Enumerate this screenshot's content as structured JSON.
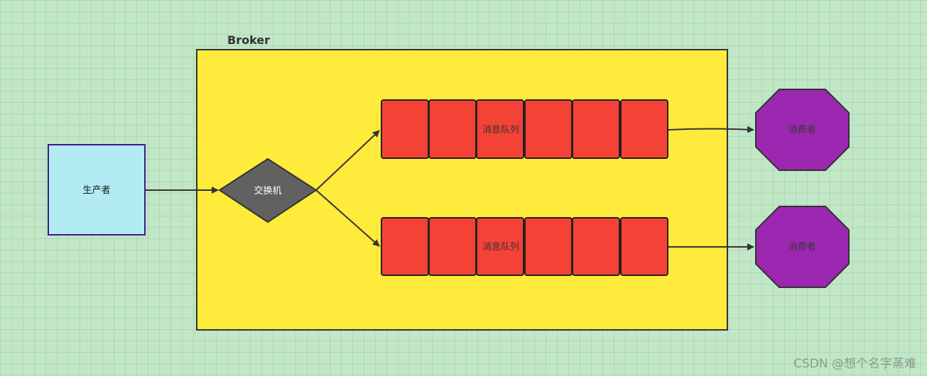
{
  "broker": {
    "label": "Broker"
  },
  "producer": {
    "label": "生产者"
  },
  "exchange": {
    "label": "交换机"
  },
  "queues": [
    {
      "label": "消息队列"
    },
    {
      "label": "消息队列"
    }
  ],
  "consumers": [
    {
      "label": "消费者"
    },
    {
      "label": "消费者"
    }
  ],
  "watermark": "CSDN @想个名字蒸难",
  "colors": {
    "background": "#c2e7c6",
    "broker_fill": "#ffeb3b",
    "producer_fill": "#b2ebf2",
    "producer_stroke": "#3f1a8c",
    "exchange_fill": "#616161",
    "queue_cell_fill": "#f44336",
    "consumer_fill": "#9c27b0",
    "line": "#333333"
  }
}
